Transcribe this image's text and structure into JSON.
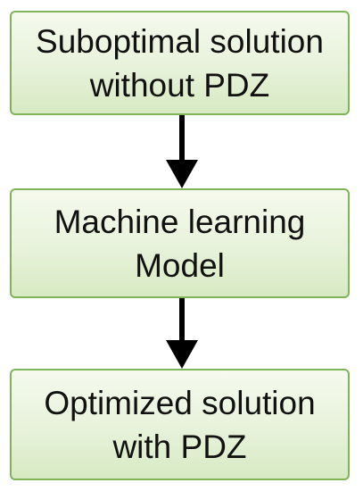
{
  "diagram": {
    "steps": [
      {
        "line1": "Suboptimal solution",
        "line2": "without PDZ"
      },
      {
        "line1": "Machine learning",
        "line2": "Model"
      },
      {
        "line1": "Optimized solution",
        "line2": "with PDZ"
      }
    ],
    "colors": {
      "box_border": "#7fb458",
      "box_fill_top": "#f5faee",
      "box_fill_bottom": "#d7eac3",
      "arrow": "#000000",
      "text": "#111111"
    }
  }
}
